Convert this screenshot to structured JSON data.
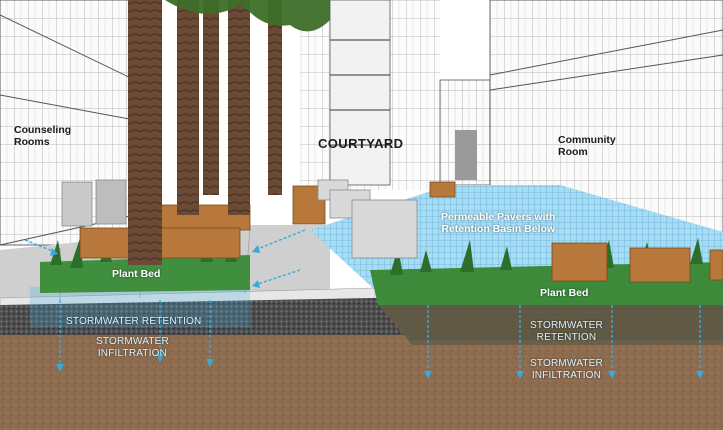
{
  "labels": {
    "counseling": [
      "Counseling",
      "Rooms"
    ],
    "courtyard": "COURTYARD",
    "community": [
      "Community",
      "Room"
    ],
    "pavers": [
      "Permeable Pavers with",
      "Retention Basin Below"
    ],
    "plant_bed_left": "Plant Bed",
    "plant_bed_right": "Plant Bed",
    "stormwater_retention_left": "STORMWATER RETENTION",
    "stormwater_infiltration_left": [
      "STORMWATER",
      "INFILTRATION"
    ],
    "stormwater_retention_right": [
      "STORMWATER",
      "RETENTION"
    ],
    "stormwater_infiltration_right": [
      "STORMWATER",
      "INFILTRATION"
    ]
  },
  "colors": {
    "water": "#3aa9d8",
    "soil": "#8a6a4e",
    "gravel": "#4a4a4a",
    "planter": "#b5753a",
    "plants": "#2f7d32"
  }
}
